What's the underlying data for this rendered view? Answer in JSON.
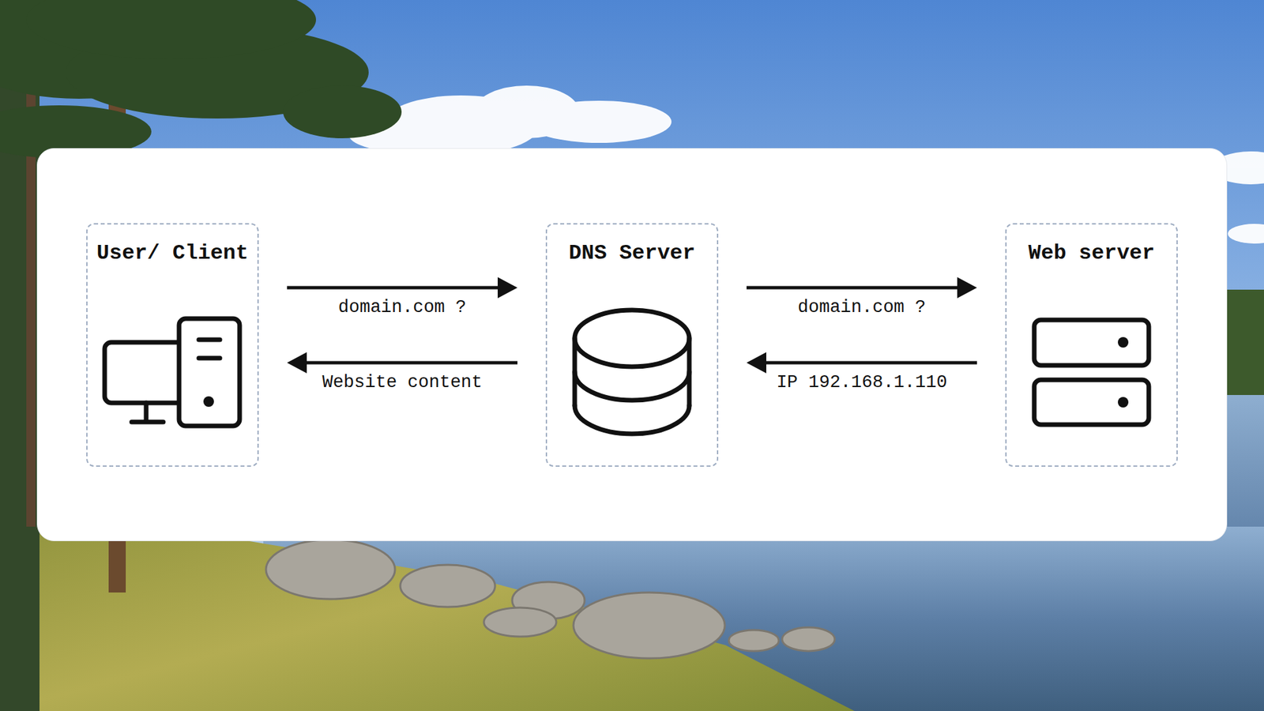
{
  "diagram": {
    "nodes": [
      {
        "text": [
          "User/ Client"
        ]
      },
      {
        "text": [
          "DNS Server"
        ]
      },
      {
        "text": [
          "Web server"
        ]
      }
    ],
    "edges": [
      {
        "from": 0,
        "to": 1,
        "label": "domain.com ?",
        "arrow": "to"
      },
      {
        "from": 1,
        "to": 0,
        "label": "Website content",
        "arrow": "to"
      },
      {
        "from": 1,
        "to": 2,
        "label": "domain.com ?",
        "arrow": "to"
      },
      {
        "from": 2,
        "to": 1,
        "label": "IP 192.168.1.110",
        "arrow": "to"
      }
    ]
  }
}
